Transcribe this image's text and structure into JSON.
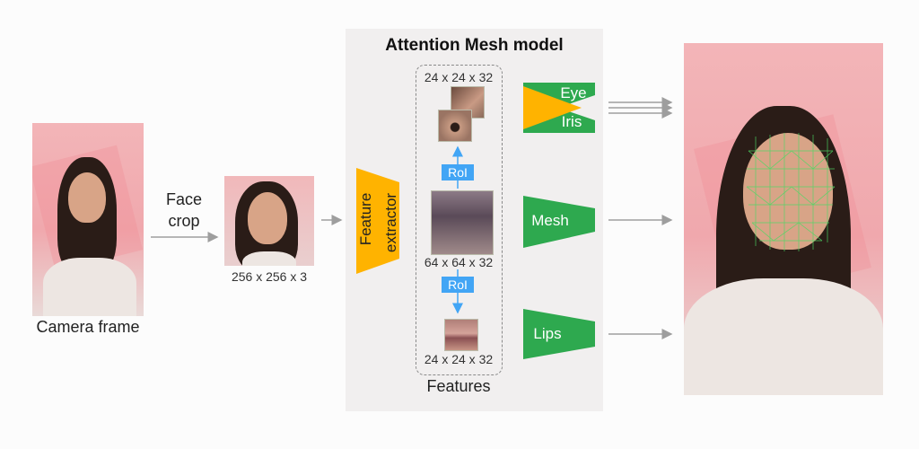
{
  "camera_frame_label": "Camera frame",
  "face_crop_label_1": "Face",
  "face_crop_label_2": "crop",
  "crop_size": "256 x 256 x 3",
  "model_title": "Attention Mesh model",
  "feature_extractor_label_1": "Feature",
  "feature_extractor_label_2": "extractor",
  "top_patch_size": "24 x 24 x 32",
  "mid_feature_size": "64 x 64 x 32",
  "bottom_patch_size": "24 x 24 x 32",
  "roi_label_top": "RoI",
  "roi_label_bottom": "RoI",
  "features_label": "Features",
  "head_eye": "Eye",
  "head_iris": "Iris",
  "head_mesh": "Mesh",
  "head_lips": "Lips",
  "colors": {
    "orange": "#ffb300",
    "green": "#2ea94f",
    "blue": "#42a5f5",
    "panel": "#f1efef",
    "arrow": "#9e9e9e",
    "mesh_overlay": "#4cd964"
  }
}
